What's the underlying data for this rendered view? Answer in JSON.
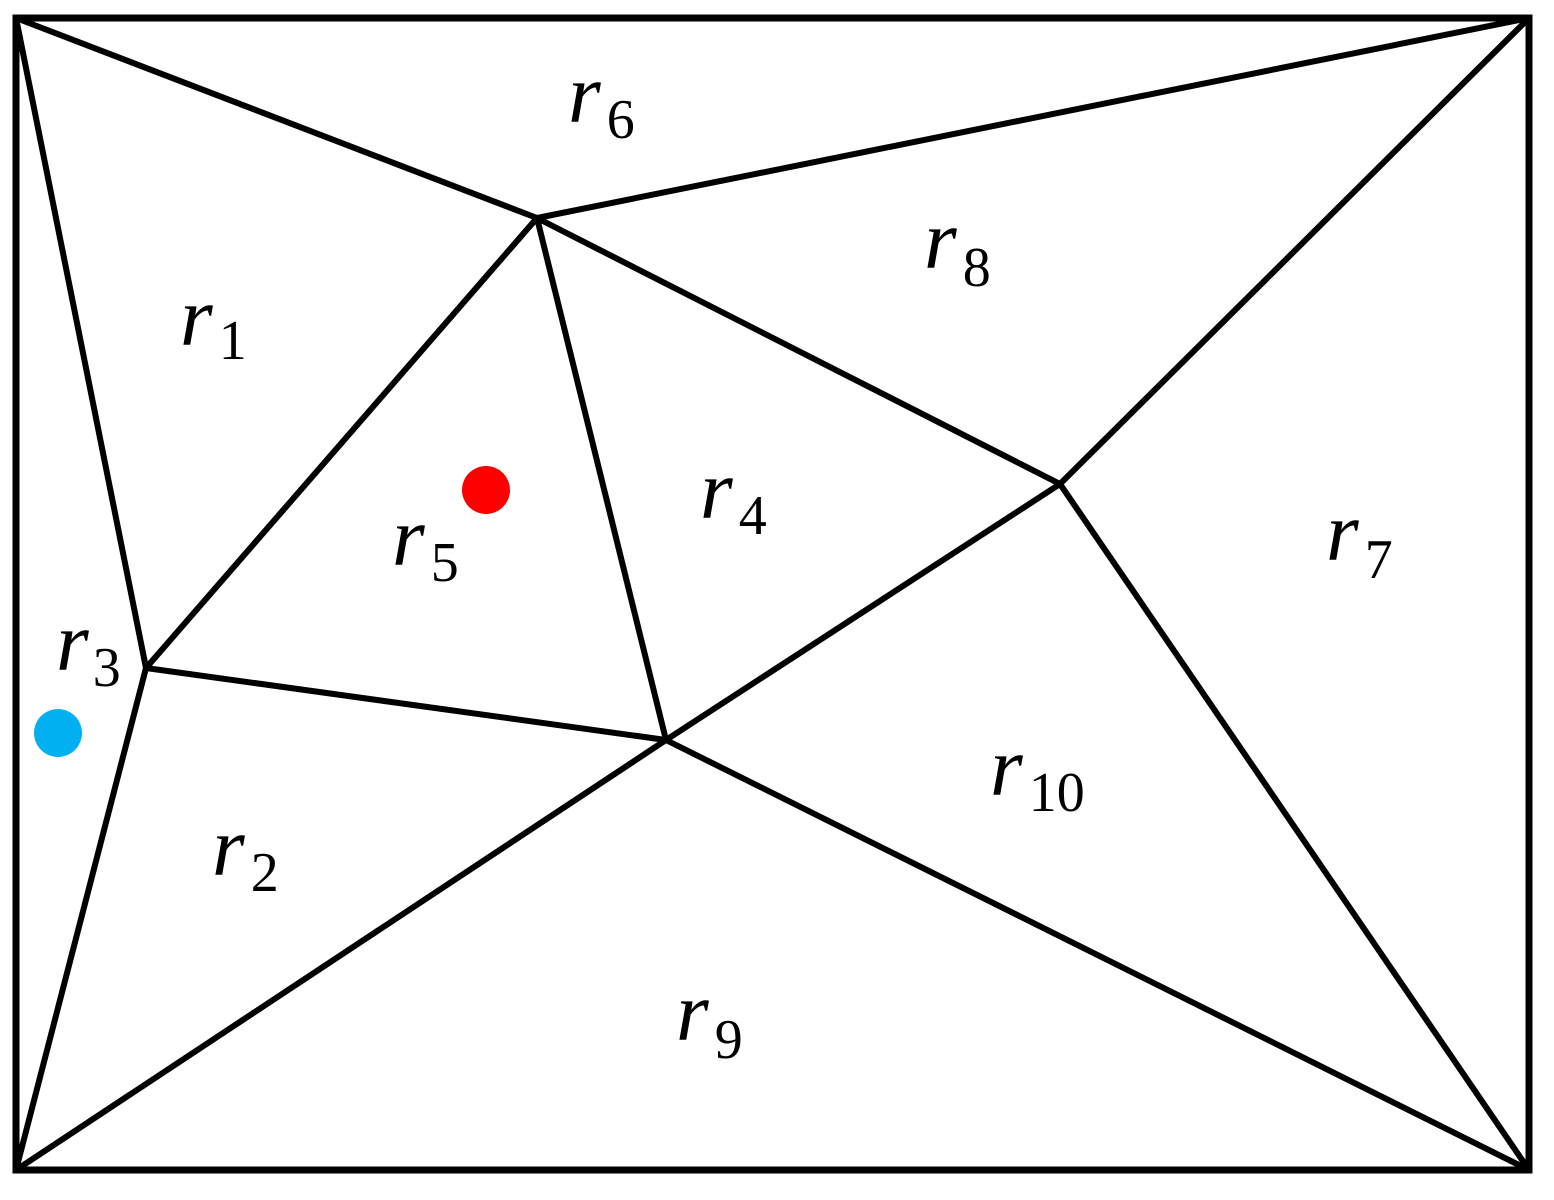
{
  "diagram": {
    "regions": [
      {
        "id": "r1",
        "letter": "r",
        "subscript": "1"
      },
      {
        "id": "r2",
        "letter": "r",
        "subscript": "2"
      },
      {
        "id": "r3",
        "letter": "r",
        "subscript": "3"
      },
      {
        "id": "r4",
        "letter": "r",
        "subscript": "4"
      },
      {
        "id": "r5",
        "letter": "r",
        "subscript": "5"
      },
      {
        "id": "r6",
        "letter": "r",
        "subscript": "6"
      },
      {
        "id": "r7",
        "letter": "r",
        "subscript": "7"
      },
      {
        "id": "r8",
        "letter": "r",
        "subscript": "8"
      },
      {
        "id": "r9",
        "letter": "r",
        "subscript": "9"
      },
      {
        "id": "r10",
        "letter": "r",
        "subscript": "10"
      }
    ],
    "points": [
      {
        "id": "red-point",
        "color": "#ff0000",
        "region": "r5"
      },
      {
        "id": "blue-point",
        "color": "#00b0f0",
        "region": "r3"
      }
    ],
    "colors": {
      "line": "#000000",
      "background": "#ffffff"
    }
  }
}
